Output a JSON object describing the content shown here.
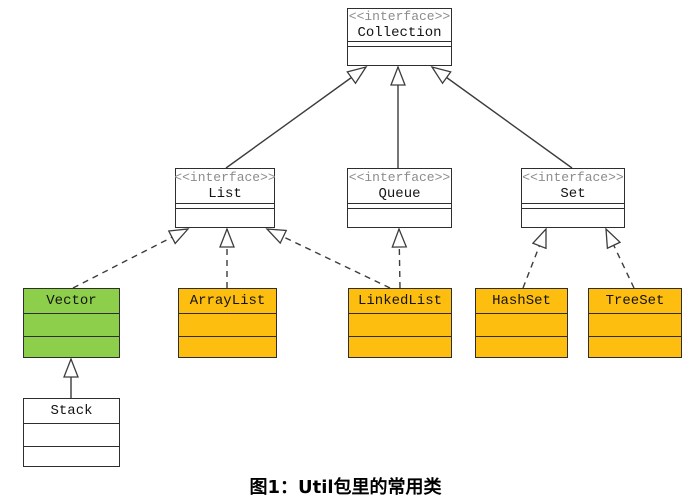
{
  "caption": "图1：Util包里的常用类",
  "colors": {
    "green_fill": "#8DCE4A",
    "orange_fill": "#FDBE10",
    "box_border": "#2E2E2E",
    "line_color": "#3C3C3C",
    "stereotype_text": "#8C8C8C",
    "name_text": "#141414"
  },
  "nodes": {
    "collection": {
      "stereotype": "<<interface>>",
      "name": "Collection"
    },
    "list": {
      "stereotype": "<<interface>>",
      "name": "List"
    },
    "queue": {
      "stereotype": "<<interface>>",
      "name": "Queue"
    },
    "set": {
      "stereotype": "<<interface>>",
      "name": "Set"
    },
    "vector": {
      "name": "Vector"
    },
    "arraylist": {
      "name": "ArrayList"
    },
    "linkedlist": {
      "name": "LinkedList"
    },
    "hashset": {
      "name": "HashSet"
    },
    "treeset": {
      "name": "TreeSet"
    },
    "stack": {
      "name": "Stack"
    }
  },
  "relationships": [
    {
      "from": "List",
      "to": "Collection",
      "type": "generalization",
      "line": "solid"
    },
    {
      "from": "Queue",
      "to": "Collection",
      "type": "generalization",
      "line": "solid"
    },
    {
      "from": "Set",
      "to": "Collection",
      "type": "generalization",
      "line": "solid"
    },
    {
      "from": "Vector",
      "to": "List",
      "type": "realization",
      "line": "dashed"
    },
    {
      "from": "ArrayList",
      "to": "List",
      "type": "realization",
      "line": "dashed"
    },
    {
      "from": "LinkedList",
      "to": "List",
      "type": "realization",
      "line": "dashed"
    },
    {
      "from": "LinkedList",
      "to": "Queue",
      "type": "realization",
      "line": "dashed"
    },
    {
      "from": "HashSet",
      "to": "Set",
      "type": "realization",
      "line": "dashed"
    },
    {
      "from": "TreeSet",
      "to": "Set",
      "type": "realization",
      "line": "dashed"
    },
    {
      "from": "Stack",
      "to": "Vector",
      "type": "generalization",
      "line": "solid"
    }
  ]
}
